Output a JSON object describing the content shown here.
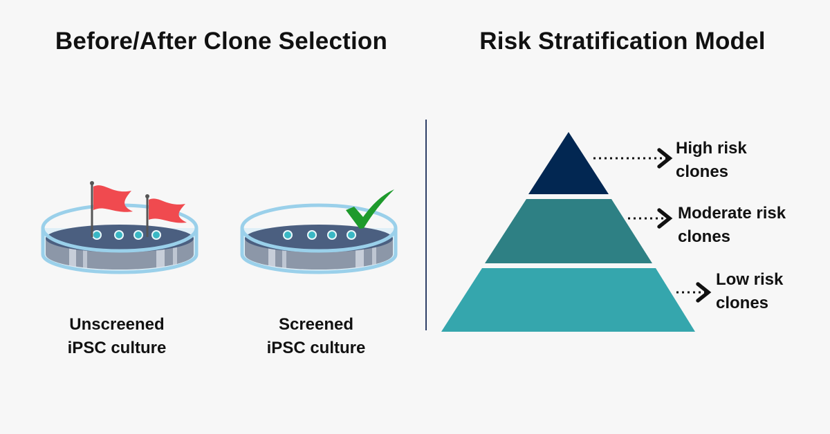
{
  "titles": {
    "left": "Before/After Clone Selection",
    "right": "Risk Stratification Model"
  },
  "dishes": [
    {
      "line1": "Unscreened",
      "line2": "iPSC culture",
      "marker": "red-flag-icon",
      "marker_count": 2
    },
    {
      "line1": "Screened",
      "line2": "iPSC culture",
      "marker": "green-checkmark-icon",
      "marker_count": 1
    }
  ],
  "pyramid": {
    "tiers": [
      {
        "line1": "High risk",
        "line2": "clones",
        "color": "#022752"
      },
      {
        "line1": "Moderate risk",
        "line2": "clones",
        "color": "#2e8084"
      },
      {
        "line1": "Low risk",
        "line2": "clones",
        "color": "#35a6ad"
      }
    ]
  },
  "colors": {
    "background": "#f7f7f7",
    "divider": "#2d3e66",
    "flag": "#f04a4f",
    "check": "#1e9a2c",
    "dish_rim": "#9ad0ea",
    "medium": "#4b5f80",
    "cell": "#3ab7c4"
  }
}
